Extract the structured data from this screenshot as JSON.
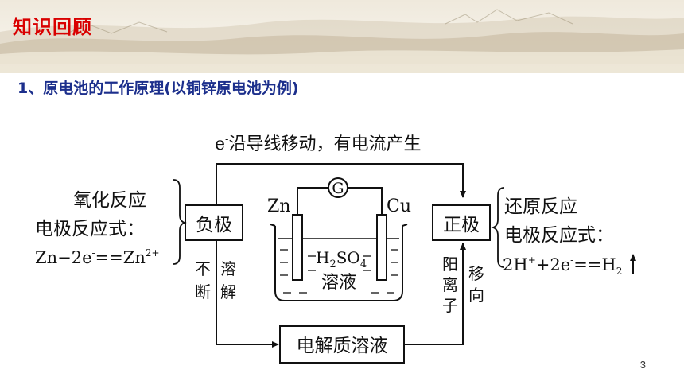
{
  "header": {
    "section_title": "知识回顾"
  },
  "subheading": "1、原电池的工作原理(以铜锌原电池为例)",
  "diagram": {
    "top_caption": {
      "prefix": "e",
      "sup": "-",
      "text": "沿导线移动，有电流产生"
    },
    "galvanometer": "G",
    "left_electrode_label": "Zn",
    "right_electrode_label": "Cu",
    "solution": {
      "line1_h": "H",
      "line1_sub2": "2",
      "line1_so": "SO",
      "line1_sub4": "4",
      "line2": "溶液"
    },
    "negative_electrode": "负极",
    "positive_electrode": "正极",
    "electrolyte_box": "电解质溶液",
    "left_side": {
      "reaction_type": "氧化反应",
      "equation_label": "电极反应式：",
      "equation": {
        "zn": "Zn",
        "minus2e": "−2e",
        "e_sup": "-",
        "zn2": "Zn",
        "zn2_sup": "2+"
      }
    },
    "right_side": {
      "reaction_type": "还原反应",
      "equation_label": "电极反应式：",
      "equation": {
        "two_h": "2H",
        "h_sup": "+",
        "plus2e": "+2e",
        "e_sup": "-",
        "h2": "H",
        "h2_sub": "2"
      }
    },
    "left_down_labels": [
      "不",
      "断"
    ],
    "left_dissolve_labels": [
      "溶",
      "解"
    ],
    "right_up_labels": [
      "阳",
      "离",
      "子"
    ],
    "right_move_labels": [
      "移",
      "向"
    ]
  },
  "page_number": "3",
  "colors": {
    "title_red": "#d90000",
    "subheading_blue": "#1c2f8c",
    "diagram_ink": "#111111"
  }
}
